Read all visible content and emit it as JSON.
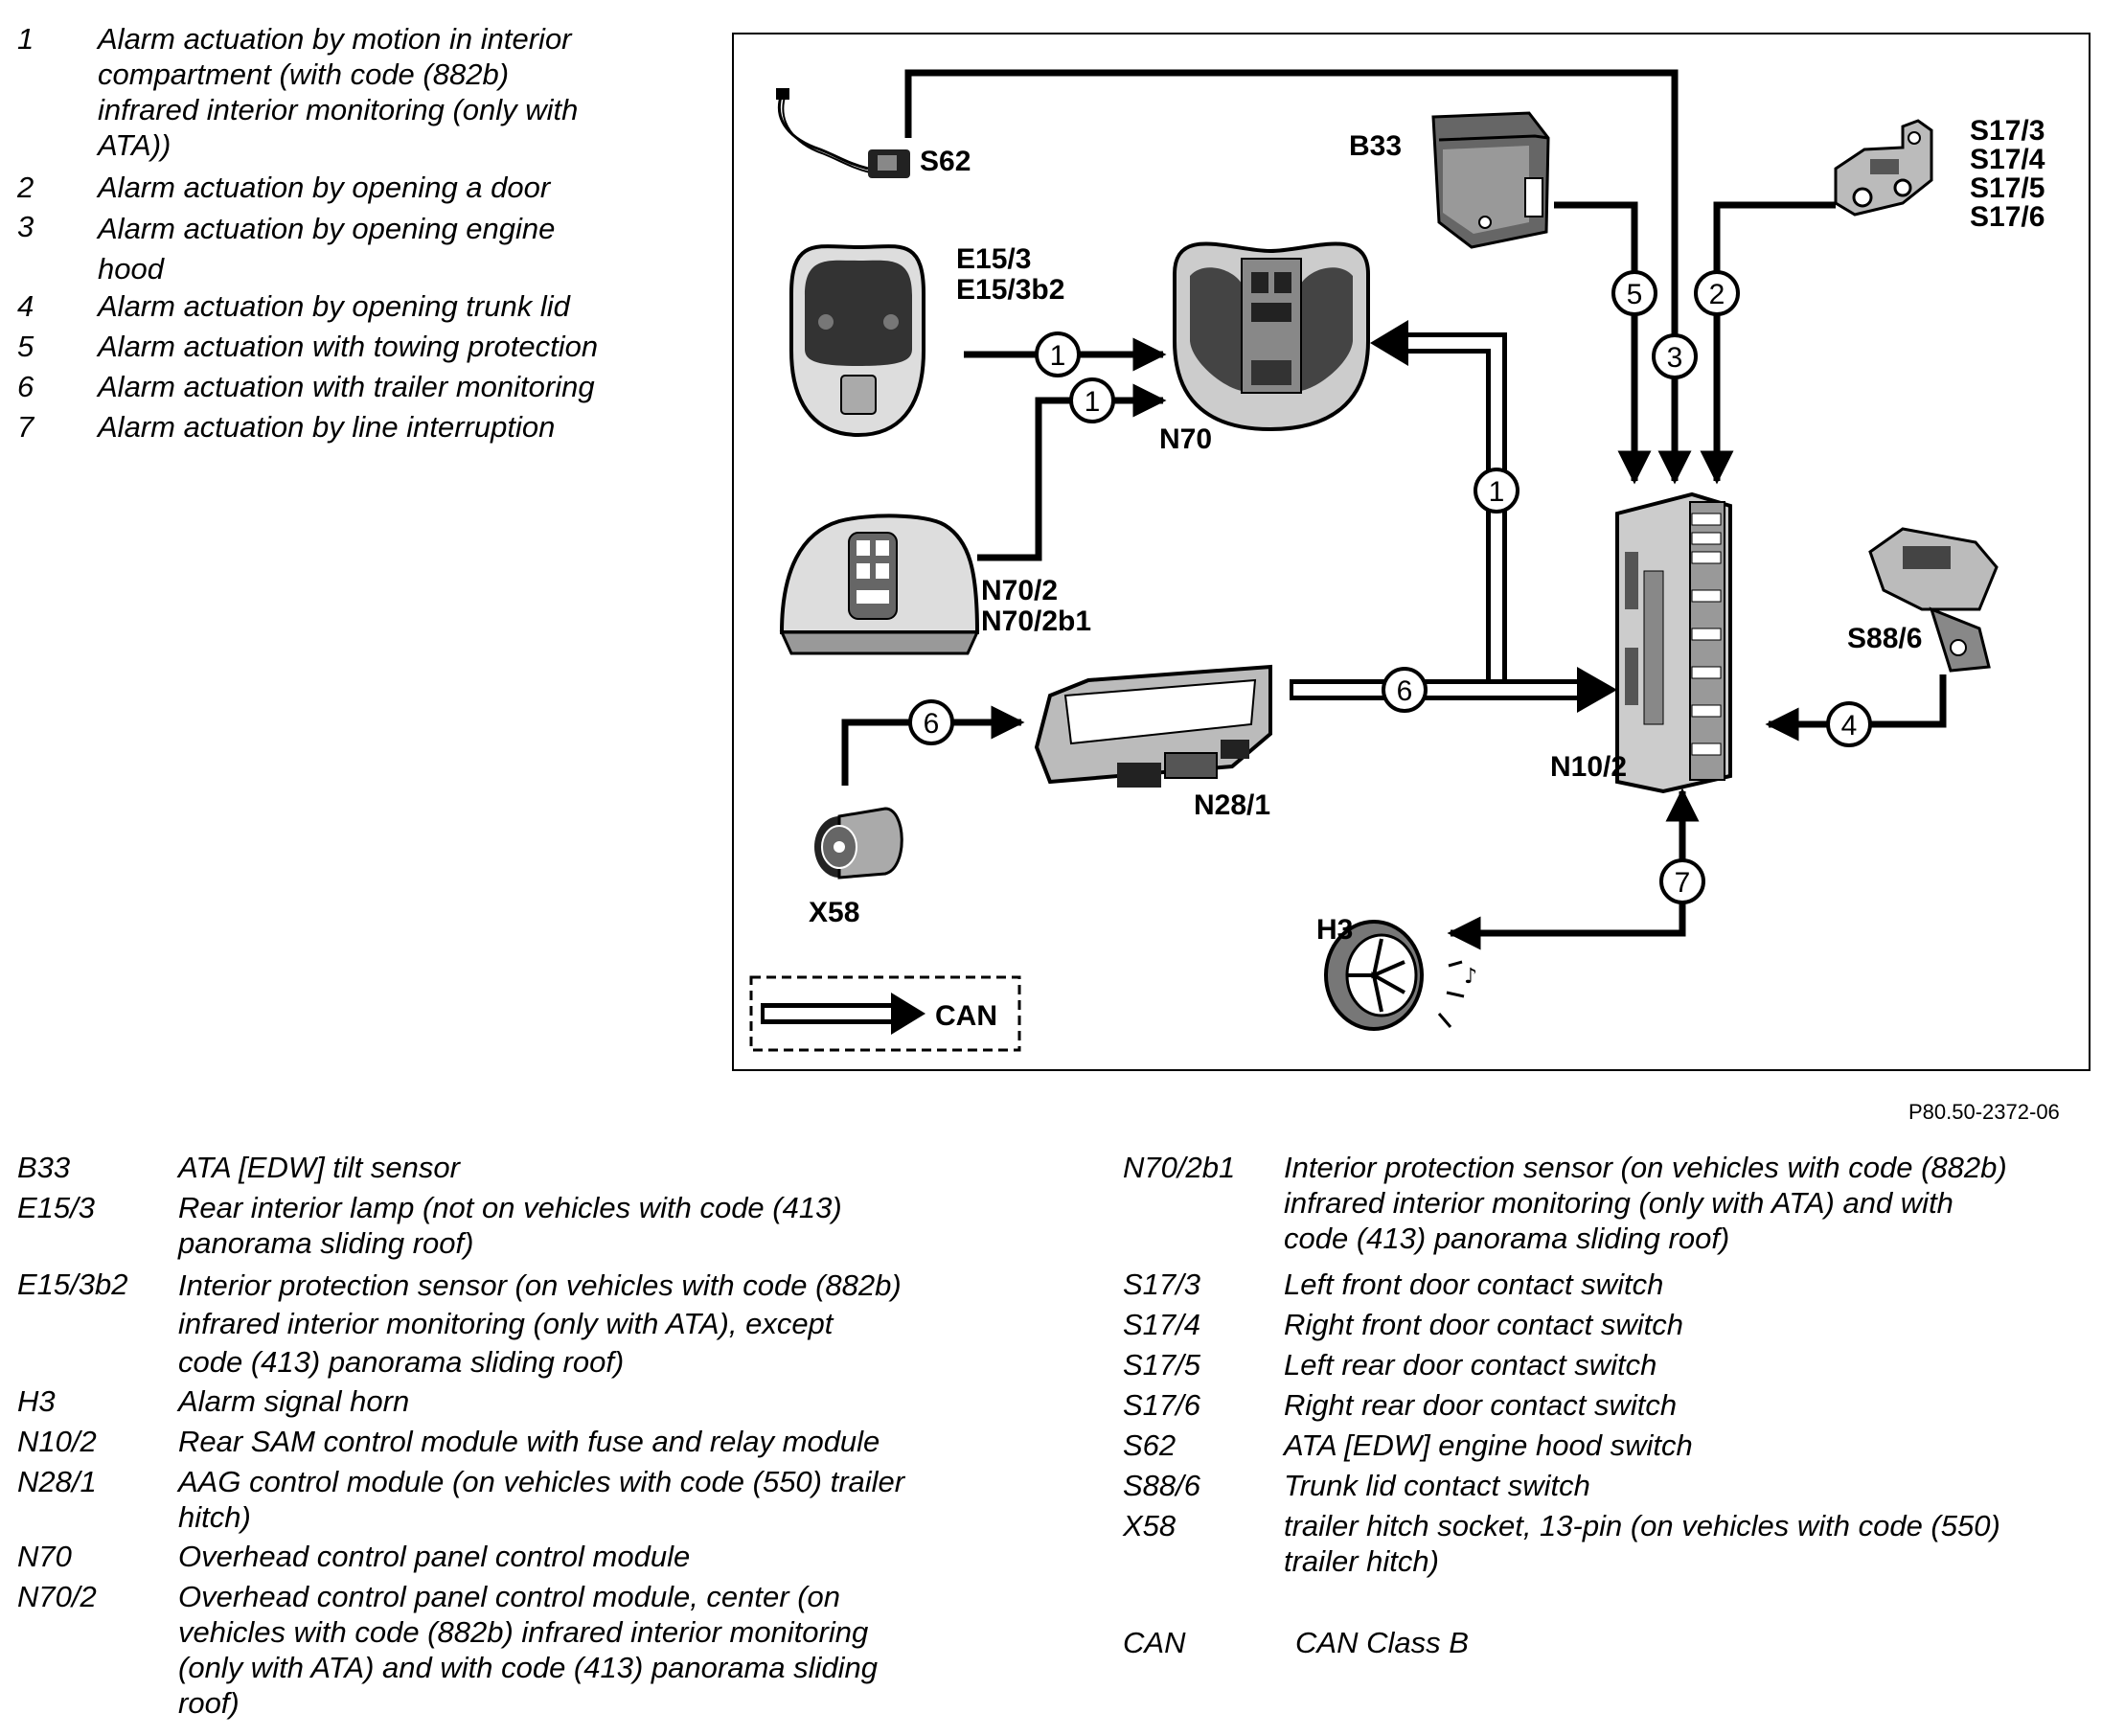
{
  "actuation_list": [
    {
      "num": "1",
      "lines": [
        "Alarm actuation by motion in interior",
        "compartment (with code (882b)",
        "infrared interior monitoring (only with",
        "ATA))"
      ]
    },
    {
      "num": "2",
      "lines": [
        "Alarm actuation by opening a door"
      ]
    },
    {
      "num": "3",
      "lines": [
        "Alarm actuation by  opening engine",
        "hood"
      ]
    },
    {
      "num": "4",
      "lines": [
        "Alarm actuation by opening trunk lid"
      ]
    },
    {
      "num": "5",
      "lines": [
        "Alarm actuation with towing protection"
      ]
    },
    {
      "num": "6",
      "lines": [
        "Alarm actuation with trailer monitoring"
      ]
    },
    {
      "num": "7",
      "lines": [
        "Alarm actuation by line interruption"
      ]
    }
  ],
  "diagram": {
    "components": {
      "s62": "S62",
      "b33": "B33",
      "s17_3": "S17/3",
      "s17_4": "S17/4",
      "s17_5": "S17/5",
      "s17_6": "S17/6",
      "e15_3": "E15/3",
      "e15_3b2": "E15/3b2",
      "n70": "N70",
      "n70_2": "N70/2",
      "n70_2b1": "N70/2b1",
      "n28_1": "N28/1",
      "x58": "X58",
      "n10_2": "N10/2",
      "s88_6": "S88/6",
      "h3": "H3"
    },
    "signal_numbers": {
      "c1a": "1",
      "c1b": "1",
      "c1c": "1",
      "c2": "2",
      "c3": "3",
      "c4": "4",
      "c5": "5",
      "c6a": "6",
      "c6b": "6",
      "c7": "7"
    },
    "can_legend": "CAN",
    "figure_ref": "P80.50-2372-06"
  },
  "component_legend_left": [
    {
      "code": "B33",
      "lines": [
        "ATA [EDW] tilt sensor"
      ]
    },
    {
      "code": "E15/3",
      "lines": [
        "Rear interior lamp (not on vehicles with code (413)",
        "panorama sliding roof)"
      ]
    },
    {
      "code": "E15/3b2",
      "lines": [
        "Interior protection sensor (on vehicles with code (882b)",
        "infrared interior monitoring (only with ATA), except",
        "code (413) panorama sliding roof)"
      ]
    },
    {
      "code": "H3",
      "lines": [
        "Alarm signal horn"
      ]
    },
    {
      "code": "N10/2",
      "lines": [
        "Rear SAM control module with fuse and relay module"
      ]
    },
    {
      "code": "N28/1",
      "lines": [
        "AAG control module (on vehicles with code (550) trailer",
        "hitch)"
      ]
    },
    {
      "code": "N70",
      "lines": [
        "Overhead control panel control module"
      ]
    },
    {
      "code": "N70/2",
      "lines": [
        "Overhead control panel control module, center (on",
        "vehicles with code (882b) infrared interior monitoring",
        "(only with ATA) and with code (413) panorama sliding",
        "roof)"
      ]
    }
  ],
  "component_legend_right": [
    {
      "code": "N70/2b1",
      "lines": [
        "Interior protection sensor (on vehicles with code (882b)",
        "infrared interior monitoring (only with ATA) and with",
        "code (413) panorama sliding roof)"
      ]
    },
    {
      "code": "S17/3",
      "lines": [
        "Left front door contact switch"
      ]
    },
    {
      "code": "S17/4",
      "lines": [
        "Right front door contact switch"
      ]
    },
    {
      "code": "S17/5",
      "lines": [
        "Left rear door contact switch"
      ]
    },
    {
      "code": "S17/6",
      "lines": [
        "Right rear door contact switch"
      ]
    },
    {
      "code": "S62",
      "lines": [
        "ATA [EDW] engine hood switch"
      ]
    },
    {
      "code": "S88/6",
      "lines": [
        "Trunk lid contact switch"
      ]
    },
    {
      "code": "X58",
      "lines": [
        "trailer hitch socket, 13-pin (on vehicles with code (550)",
        "trailer hitch)"
      ]
    },
    {
      "code": "CAN",
      "lines": [
        "CAN Class B"
      ]
    }
  ]
}
